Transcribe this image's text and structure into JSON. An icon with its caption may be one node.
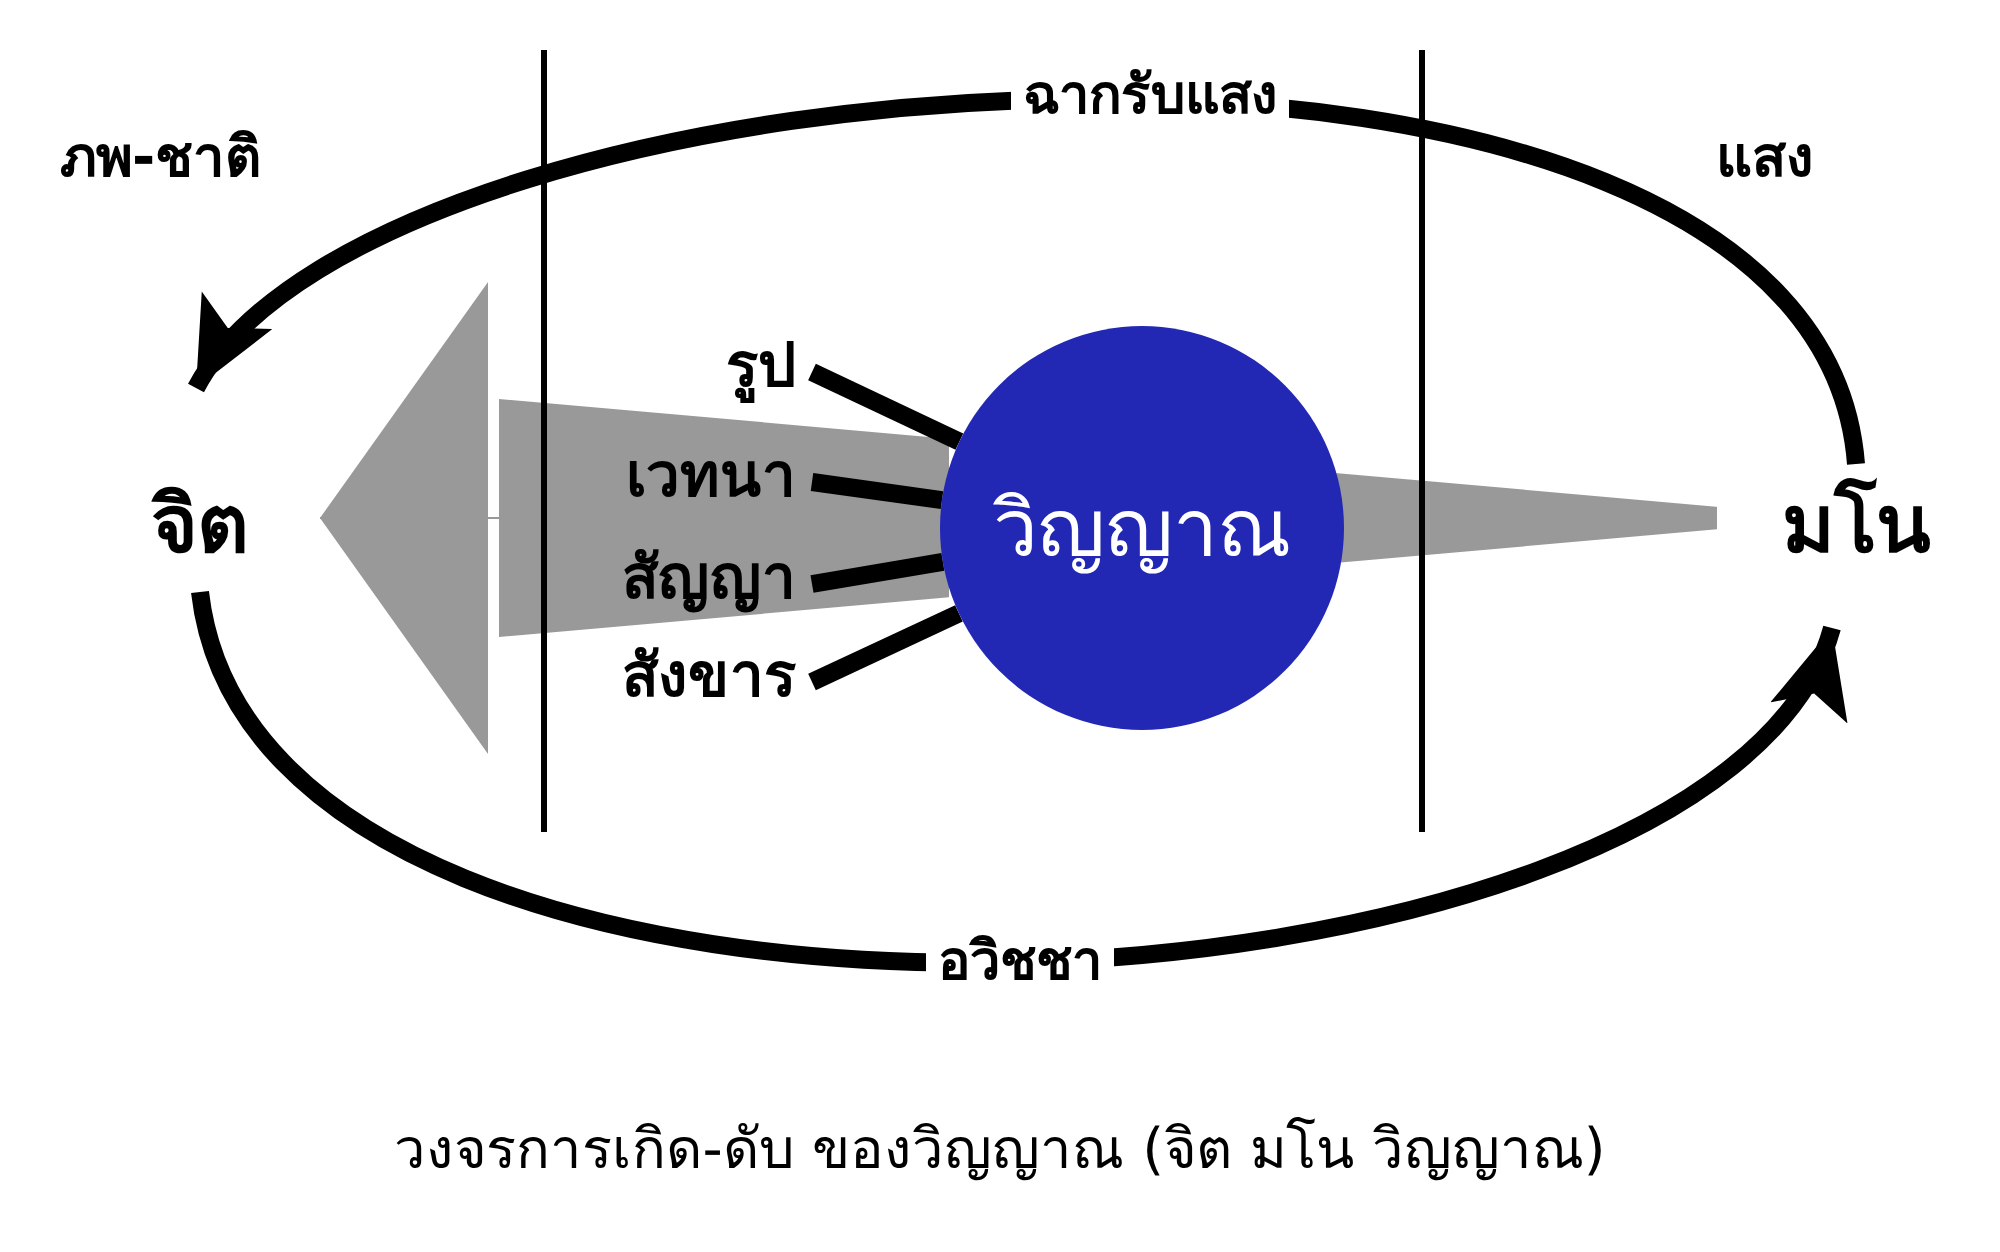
{
  "diagram": {
    "caption": "วงจรการเกิด-ดับ ของวิญญาณ (จิต มโน วิญญาณ)",
    "nodes": [
      {
        "text": [
          "จิต"
        ]
      },
      {
        "text": [
          "มโน"
        ]
      },
      {
        "text": [
          "วิญญาณ"
        ]
      },
      {
        "text": [
          "รูป"
        ]
      },
      {
        "text": [
          "เวทนา"
        ]
      },
      {
        "text": [
          "สัญญา"
        ]
      },
      {
        "text": [
          "สังขาร"
        ]
      }
    ],
    "edges": [
      {
        "from": 1,
        "to": 0,
        "arrow": "to",
        "label": "ฉากรับแสง"
      },
      {
        "from": 0,
        "to": 1,
        "arrow": "to",
        "label": "อวิชชา"
      },
      {
        "from": 1,
        "to": 2,
        "arrow": "none",
        "color": "#999999"
      },
      {
        "from": 2,
        "to": 0,
        "arrow": "to",
        "color": "#999999"
      },
      {
        "from": 3,
        "to": 2,
        "arrow": "none"
      },
      {
        "from": 4,
        "to": 2,
        "arrow": "none"
      },
      {
        "from": 5,
        "to": 2,
        "arrow": "none"
      },
      {
        "from": 6,
        "to": 2,
        "arrow": "none"
      }
    ],
    "labels": [
      "ภพ-ชาติ",
      "แสง"
    ]
  }
}
